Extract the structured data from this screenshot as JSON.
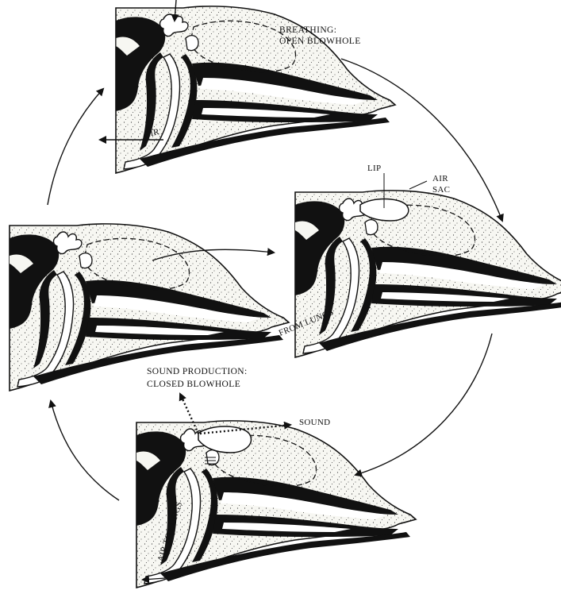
{
  "captions": {
    "breathing_line1": "BREATHING:",
    "breathing_line2": "OPEN BLOWHOLE",
    "sound_line1": "SOUND PRODUCTION:",
    "sound_line2": "CLOSED BLOWHOLE"
  },
  "labels": {
    "air": "AIR",
    "lip": "LIP",
    "air_sac_line1": "AIR",
    "air_sac_line2": "SAC",
    "from_lungs": "FROM LUNGS",
    "sound": "SOUND",
    "air_to_lungs": "AIR TO LUNGS"
  },
  "colors": {
    "ink": "#111111",
    "tissue": "#f7f7f2",
    "paper": "#ffffff"
  }
}
